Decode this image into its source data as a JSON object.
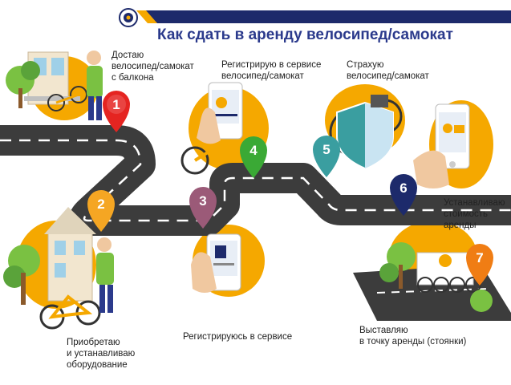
{
  "header": {
    "title": "Как сдать в аренду велосипед/самокат"
  },
  "colors": {
    "navy": "#1d2a6b",
    "title": "#2b3a8c",
    "accent": "#f5a800",
    "road": "#3c3c3c",
    "pin_1": "#e52421",
    "pin_2": "#f5a623",
    "pin_3": "#9b5a78",
    "pin_4": "#3aa935",
    "pin_5": "#3a9ea0",
    "pin_6": "#1d2a6b",
    "pin_7": "#f07d14"
  },
  "steps": [
    {
      "number": "1",
      "text": "Достаю\nвелосипед/самокат\nс балкона",
      "icon": "balcony-bicycle-icon"
    },
    {
      "number": "2",
      "text": "Приобретаю\nи устанавливаю\nоборудование",
      "icon": "house-person-bicycle-icon"
    },
    {
      "number": "3",
      "text": "Регистрируюсь в сервисе",
      "icon": "phone-registration-icon"
    },
    {
      "number": "4",
      "text": "Регистрирую в сервисе\nвелосипед/самокат",
      "icon": "phone-bicycle-icon"
    },
    {
      "number": "5",
      "text": "Страхую\nвелосипед/самокат",
      "icon": "insurance-shield-icon"
    },
    {
      "number": "6",
      "text": "Устанавливаю\nстоимость\nаренды",
      "icon": "phone-price-icon"
    },
    {
      "number": "7",
      "text": "Выставляю\nв точку аренды (стоянки)",
      "icon": "bike-parking-icon"
    }
  ]
}
